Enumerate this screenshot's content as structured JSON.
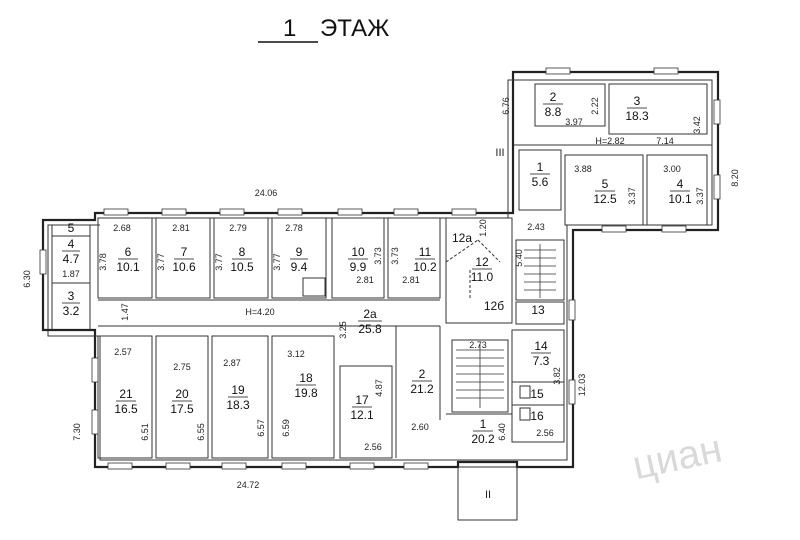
{
  "title": {
    "number": "1",
    "label": "ЭТАЖ"
  },
  "colors": {
    "line": "#222222",
    "background": "#ffffff"
  },
  "rooms": [
    {
      "id": "r-5a",
      "number": "5",
      "area": ""
    },
    {
      "id": "r-4a",
      "number": "4",
      "area": "4.7"
    },
    {
      "id": "r-3a",
      "number": "3",
      "area": "3.2"
    },
    {
      "id": "r-6",
      "number": "6",
      "area": "10.1"
    },
    {
      "id": "r-7",
      "number": "7",
      "area": "10.6"
    },
    {
      "id": "r-8",
      "number": "8",
      "area": "10.5"
    },
    {
      "id": "r-9",
      "number": "9",
      "area": "9.4"
    },
    {
      "id": "r-10",
      "number": "10",
      "area": "9.9"
    },
    {
      "id": "r-11",
      "number": "11",
      "area": "10.2"
    },
    {
      "id": "r-12a",
      "number": "12a",
      "area": ""
    },
    {
      "id": "r-12",
      "number": "12",
      "area": "11.0"
    },
    {
      "id": "r-12b",
      "number": "12б",
      "area": ""
    },
    {
      "id": "r-2a",
      "number": "2a",
      "area": "25.8"
    },
    {
      "id": "r-21",
      "number": "21",
      "area": "16.5"
    },
    {
      "id": "r-20",
      "number": "20",
      "area": "17.5"
    },
    {
      "id": "r-19",
      "number": "19",
      "area": "18.3"
    },
    {
      "id": "r-18",
      "number": "18",
      "area": "19.8"
    },
    {
      "id": "r-17",
      "number": "17",
      "area": "12.1"
    },
    {
      "id": "r-2",
      "number": "2",
      "area": "21.2"
    },
    {
      "id": "r-1",
      "number": "1",
      "area": "20.2"
    },
    {
      "id": "r-13",
      "number": "13",
      "area": ""
    },
    {
      "id": "r-14",
      "number": "14",
      "area": "7.3"
    },
    {
      "id": "r-15",
      "number": "15",
      "area": ""
    },
    {
      "id": "r-16",
      "number": "16",
      "area": ""
    },
    {
      "id": "r-w1",
      "number": "1",
      "area": "5.6"
    },
    {
      "id": "r-w2",
      "number": "2",
      "area": "8.8"
    },
    {
      "id": "r-w3",
      "number": "3",
      "area": "18.3"
    },
    {
      "id": "r-w5",
      "number": "5",
      "area": "12.5"
    },
    {
      "id": "r-w4",
      "number": "4",
      "area": "10.1"
    }
  ],
  "dimensions": {
    "top_width": "24.06",
    "bottom_width": "24.72",
    "left_height_upper": "6.30",
    "left_height_lower": "7.30",
    "right_height": "12.03",
    "wing_width": "8.20",
    "wing_height": "6.76",
    "corridor_height": "H=4.20",
    "wing_corridor_height": "H=2.82",
    "wing_span": "7.14",
    "d_2_68": "2.68",
    "d_2_81a": "2.81",
    "d_2_79": "2.79",
    "d_2_78": "2.78",
    "d_3_78": "3.78",
    "d_3_77a": "3.77",
    "d_3_77b": "3.77",
    "d_3_77c": "3.77",
    "d_3_73a": "3.73",
    "d_3_73b": "3.73",
    "d_2_81b": "2.81",
    "d_2_81c": "2.81",
    "d_1_87": "1.87",
    "d_1_47": "1.47",
    "d_1_20": "1.20",
    "d_2_43": "2.43",
    "d_5_40": "5.40",
    "d_3_25": "3.25",
    "d_2_57": "2.57",
    "d_2_75": "2.75",
    "d_2_87": "2.87",
    "d_3_12": "3.12",
    "d_4_87": "4.87",
    "d_6_51": "6.51",
    "d_6_55": "6.55",
    "d_6_57": "6.57",
    "d_6_59": "6.59",
    "d_2_56a": "2.56",
    "d_2_60": "2.60",
    "d_2_73": "2.73",
    "d_3_82": "3.82",
    "d_6_40": "6.40",
    "d_2_56b": "2.56",
    "d_2_22": "2.22",
    "d_3_97": "3.97",
    "d_3_42": "3.42",
    "d_3_88": "3.88",
    "d_3_00": "3.00",
    "d_3_37a": "3.37",
    "d_3_37b": "3.37"
  },
  "entrances": {
    "entrance_2": "II",
    "entrance_3": "III"
  },
  "watermark": "циан"
}
